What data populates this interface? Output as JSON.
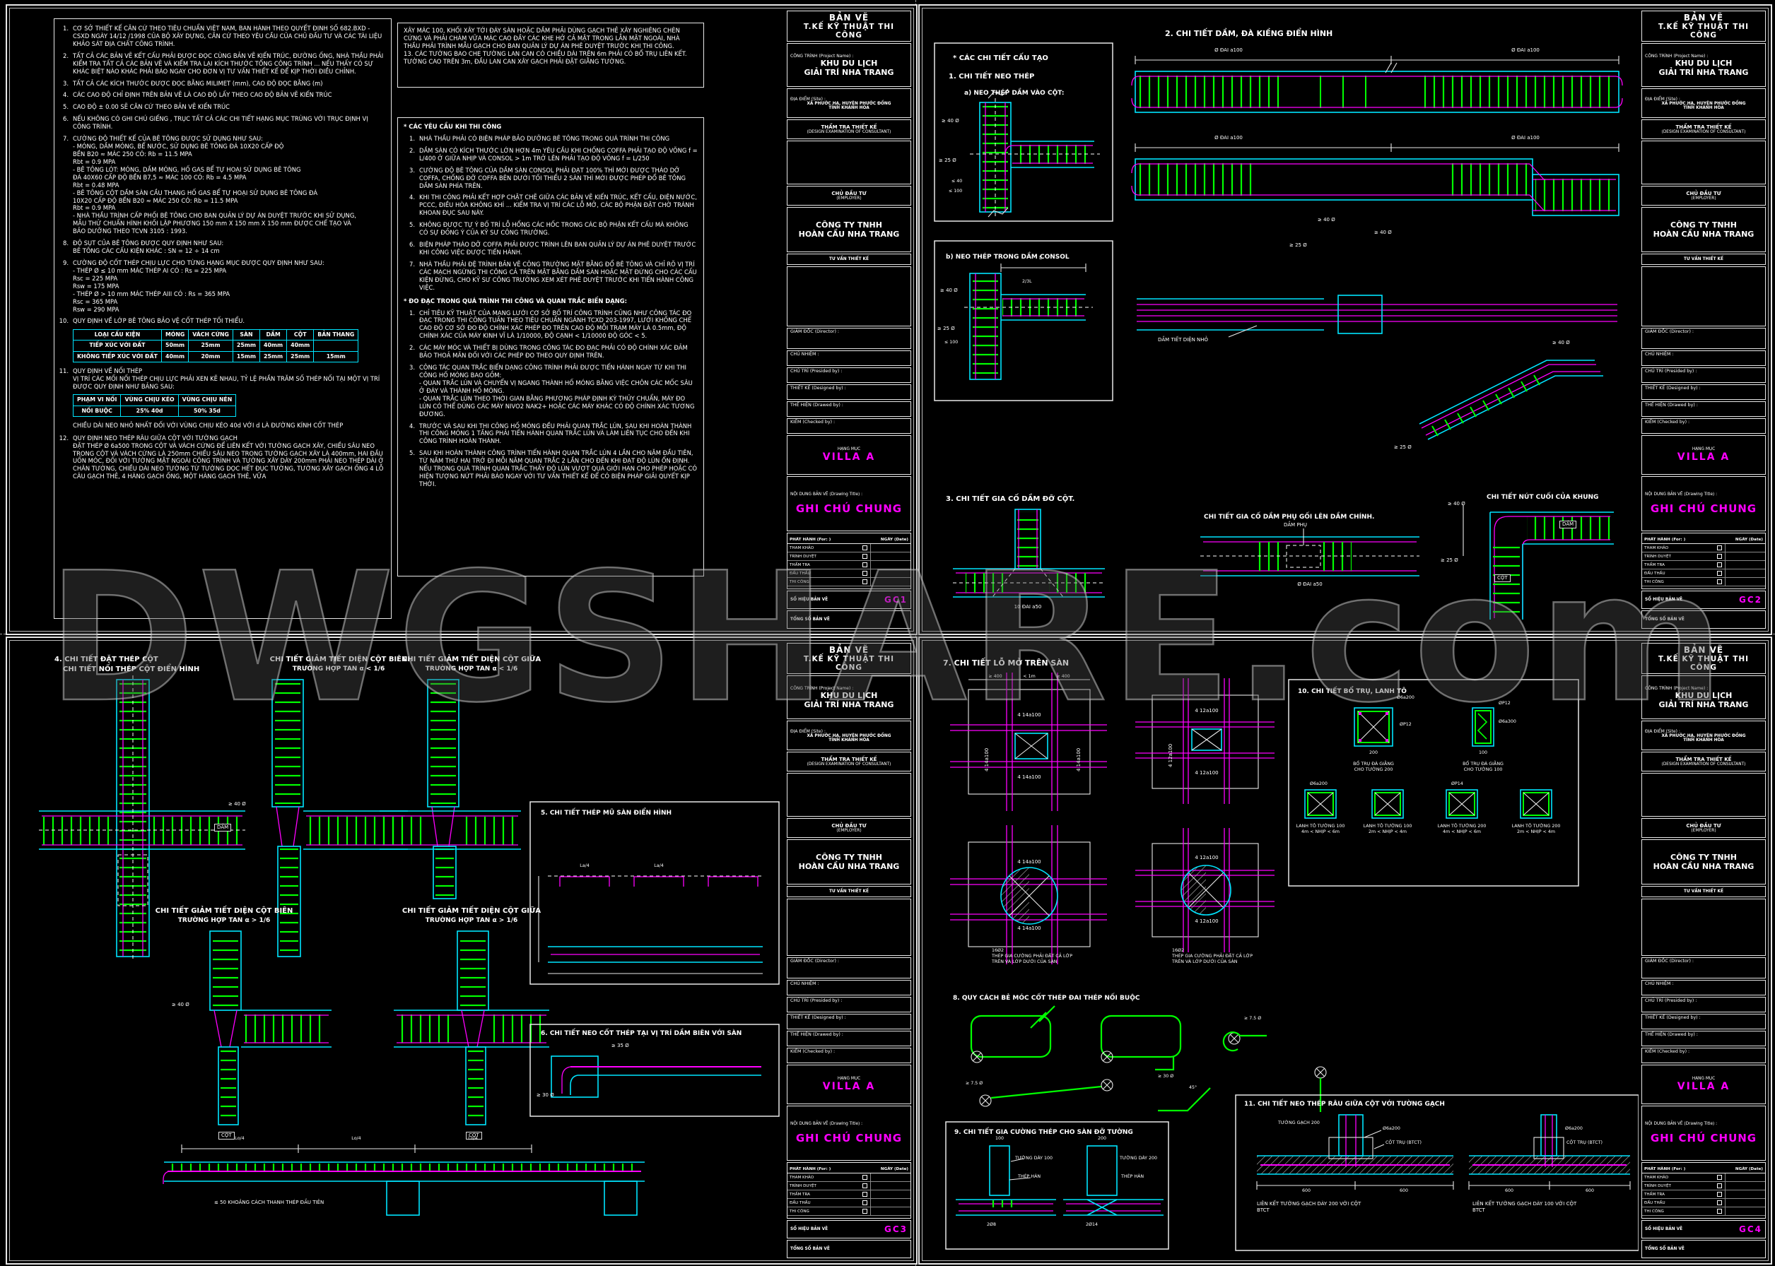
{
  "watermark": "DWGSHARE.com",
  "titleblock": {
    "header1": "BẢN VẼ",
    "header2": "T.KẾ KỸ THUẬT THI CÔNG",
    "project_label": "CÔNG TRÌNH (Project Name) :",
    "project1": "KHU DU LỊCH",
    "project2": "GIẢI TRÍ NHA TRANG",
    "site_label": "ĐỊA ĐIỂM (Site) :",
    "site1": "XÃ PHƯỚC HẠ, HUYỆN PHƯỚC ĐỒNG",
    "site2": "TỈNH KHÁNH HÒA",
    "exam1": "THẨM TRA THIẾT KẾ",
    "exam2": "(DESIGN EXAMINATION OF CONSULTANT)",
    "employer_label1": "CHỦ ĐẦU TƯ",
    "employer_label2": "(EMPLOYER)",
    "employer1": "CÔNG TY TNHH",
    "employer2": "HOÀN CẦU NHA TRANG",
    "consultant_label": "TƯ VẤN THIẾT KẾ",
    "director": "GIÁM ĐỐC (Director) :",
    "manager": "CHỦ NHIỆM :",
    "presided": "CHỦ TRÌ (Presided by) :",
    "designed": "THIẾT KẾ (Designed by) :",
    "drawed": "THỂ HIỆN (Drawed by) :",
    "checked": "KIỂM (Checked by) :",
    "category_label": "HẠNG MỤC",
    "category": "VILLA A",
    "drawing_title_label": "NỘI DUNG BẢN VẼ (Drawing Title) :",
    "drawing_title": "GHI CHÚ CHUNG",
    "issue_label": "PHÁT HÀNH (For: )",
    "date_label": "NGÀY (Date)",
    "issues": [
      "THAM KHẢO",
      "TRÌNH DUYỆT",
      "THẨM TRA",
      "ĐẤU THẦU",
      "THI CÔNG"
    ],
    "sheet_no_label": "SỐ HIỆU BẢN VẼ",
    "total_label": "TỔNG SỐ BẢN VẼ"
  },
  "sheets": [
    {
      "number": "GC1"
    },
    {
      "number": "GC2"
    },
    {
      "number": "GC3"
    },
    {
      "number": "GC4"
    }
  ],
  "sheet1": {
    "notes_a": [
      {
        "n": "1.",
        "text": "CƠ SỞ THIẾT KẾ CĂN CỨ THEO TIÊU CHUẨN VIỆT NAM,  BAN HÀNH THEO QUYẾT ĐỊNH SỐ 682.BXD - CSXD NGÀY 14/12 /1998 CỦA BỘ XÂY DỰNG, CĂN CỨ THEO YÊU CẦU CỦA CHỦ ĐẦU TƯ VÀ CÁC TÀI LIỆU KHẢO SÁT ĐỊA CHẤT CÔNG TRÌNH."
      },
      {
        "n": "2.",
        "text": "TẤT CẢ CÁC BẢN VẼ KẾT CẤU PHẢI ĐƯỢC ĐỌC CÙNG BẢN VẼ KIẾN TRÚC, ĐƯỜNG ỐNG, NHÀ THẦU PHẢI KIỂM TRA TẤT CẢ CÁC BẢN VẼ VÀ KIỂM TRA LẠI KÍCH THƯỚC TỔNG CÔNG TRÌNH ... NẾU THẤY CÓ SỰ KHÁC BIỆT NÀO KHÁC PHẢI BÁO NGAY CHO ĐƠN VỊ TƯ VẤN THIẾT KẾ ĐỂ KỊP THỜI ĐIỀU CHỈNH."
      },
      {
        "n": "3.",
        "text": "TẤT CẢ CÁC KÍCH THƯỚC ĐƯỢC ĐỌC BẰNG MILIMET (mm), CAO ĐỘ ĐỌC BẰNG (m)"
      },
      {
        "n": "4.",
        "text": "CÁC CAO ĐỘ CHỈ ĐỊNH TRÊN BẢN VẼ LÀ CAO ĐỘ LẤY THEO CAO ĐỘ BẢN VẼ KIẾN TRÚC"
      },
      {
        "n": "5.",
        "text": "CAO ĐỘ  ± 0.00 SẼ CĂN CỨ THEO BẢN VẼ KIẾN TRÚC"
      },
      {
        "n": "6.",
        "text": "NẾU KHÔNG CÓ GHI CHÚ GIẾNG , TRỤC TẤT CẢ CÁC CHI TIẾT HẠNG MỤC TRÙNG VỚI TRỤC ĐỊNH VỊ CÔNG TRÌNH."
      },
      {
        "n": "7.",
        "text": "CƯỜNG ĐỘ THIẾT KẾ CỦA BÊ TÔNG ĐƯỢC SỬ DỤNG NHƯ SAU:\n- MÓNG, DẦM MÓNG, BỂ NƯỚC, SỬ DỤNG BÊ TÔNG ĐÁ 10X20 CẤP ĐỘ\n  BỀN B20 ≈ MÁC 250 CÓ: Rb = 11.5 MPA\n                                          Rbt = 0.9 MPA\n- BÊ TÔNG LÓT: MÓNG, DẦM MÓNG, HỐ GAS BỂ TỰ HOẠI SỬ DỤNG BÊ TÔNG\n  ĐÁ 40X60 CẤP ĐỘ BỀN B7,5    ≈   MÁC 100 CÓ: Rb = 4.5 MPA\n                                          Rbt = 0.48 MPA\n- BÊ TÔNG CỘT DẦM SÀN CẦU THANG HỐ GAS BỂ TỰ HOẠI SỬ DỤNG BÊ TÔNG ĐÁ\n  10X20 CẤP ĐỘ BỀN B20 ≈ MÁC 250 CÓ: Rb = 11.5 MPA\n                                          Rbt = 0.9 MPA\n- NHÀ THẦU TRÌNH CẤP PHỐI BÊ TÔNG CHO BAN QUẢN LÝ DỰ ÁN DUYỆT TRƯỚC KHI SỬ DỤNG,\n  MẪU THỬ CHUẨN HÌNH KHỐI LẬP PHƯƠNG 150 mm X 150 mm X 150 mm ĐƯỢC CHẾ TẠO VÀ\n  BẢO DƯỠNG THEO TCVN 3105 : 1993."
      },
      {
        "n": "8.",
        "text": "ĐỘ SỤT CỦA BÊ TÔNG ĐƯỢC  QUY ĐỊNH NHƯ SAU:\nBÊ TÔNG CÁC CẤU KIỆN KHÁC   : SN = 12 ÷ 14 cm"
      },
      {
        "n": "9.",
        "text": "CƯỜNG ĐỘ CỐT THÉP CHỊU LỰC CHO TỪNG HẠNG MỤC ĐƯỢC QUY ĐỊNH NHƯ SAU:\n- THÉP Ø ≤ 10 mm MÁC THÉP AI CÓ :   Rs   = 225 MPA\n                                                        Rsc = 225 MPA\n                                                        Rsw = 175 MPA\n- THÉP Ø > 10 mm MÁC THÉP AIII CÓ : Rs   = 365 MPA\n                                                        Rsc = 365 MPA\n                                                        Rsw = 290 MPA"
      },
      {
        "n": "10.",
        "text": "QUY ĐỊNH VỀ LỚP BÊ TÔNG BẢO VỆ CỐT THÉP TỐI THIỂU."
      }
    ],
    "cover_table": {
      "headers": [
        "LOẠI CẤU KIỆN",
        "MÓNG",
        "VÁCH CỨNG",
        "SÀN",
        "DẦM",
        "CỘT",
        "BẢN THANG"
      ],
      "rows": [
        [
          "TIẾP XÚC VỚI ĐẤT",
          "50mm",
          "25mm",
          "25mm",
          "40mm",
          "40mm",
          ""
        ],
        [
          "KHÔNG TIẾP XÚC VỚI ĐẤT",
          "40mm",
          "20mm",
          "15mm",
          "25mm",
          "25mm",
          "15mm"
        ]
      ]
    },
    "note11": {
      "n": "11.",
      "text": "QUY ĐỊNH VỀ NỐI THÉP\nVỊ TRÍ CÁC MỐI NỐI THÉP CHỊU LỰC PHẢI XEN KẼ NHAU,  TỶ LỆ PHẦN TRĂM SỐ THÉP NỐI TẠI MỘT VỊ TRÍ ĐƯỢC QUY ĐỊNH NHƯ BẢNG SAU:"
    },
    "splice_table": {
      "headers": [
        "PHẠM VI NỐI",
        "VÙNG CHỊU KÉO",
        "VÙNG CHỊU NÉN"
      ],
      "rows": [
        [
          "NỐI BUỘC",
          "25% 40d",
          "50% 35d"
        ]
      ]
    },
    "splice_note": "CHIỀU DÀI NEO  NHỎ NHẤT ĐỐI VỚI VÙNG CHỊU KÉO 40d VỚI d LÀ ĐƯỜNG KÍNH CỐT THÉP",
    "note12": {
      "n": "12.",
      "text": "QUY ĐỊNH NEO THÉP RÂU GIỮA CỘT VỚI TƯỜNG GẠCH\nĐẶT THÉP Ø 6a500 TRONG CỘT VÀ VÁCH CỨNG ĐỂ LIÊN KẾT VỚI TƯỜNG GẠCH XÂY, CHIỀU SÂU NEO TRONG CỘT VÀ VÁCH CỨNG LÀ 250mm CHIỀU SÂU NEO TRONG TƯỜNG GẠCH XÂY LÀ 400mm, HAI ĐẦU UỐN MÓC, ĐỐI VỚI TƯỜNG MẶT NGOÀI CÔNG TRÌNH VÀ TƯỜNG XÂY DÀY 200mm PHẢI NEO THÉP DÀI Ở CHÂN TƯỜNG, CHIỀU DÀI NEO TƯỜNG TỪ TƯỜNG DỌC HẾT ĐỤC TƯỜNG, TƯỜNG XÂY GẠCH ỐNG 4 LỖ  CÂU GẠCH THẺ, 4 HÀNG GẠCH ỐNG, MỘT HÀNG GẠCH THẺ, VỮA"
    },
    "note13": "XÂY MÁC 100, KHỐI XÂY TỚI ĐÁY SÀN HOẶC DẦM PHẢI DÙNG GẠCH THẺ XÂY NGHIÊNG CHÈN CỨNG VÀ PHẢI CHÀM VỮA MÁC CAO ĐẦY CÁC KHE HỞ CẢ MẶT TRONG LẪN MẶT NGOÀI, NHÀ THẦU PHẢI TRÌNH MẪU GẠCH CHO BAN QUẢN LÝ DỰ ÁN PHÊ DUYỆT TRƯỚC KHI THI CÔNG.\n13.  CÁC TƯỜNG BAO CHE TƯỜNG LAN CAN CÓ CHIỀU DÀI TRÊN 6m PHẢI CÓ BỔ TRỤ LIÊN KẾT. TƯỜNG CAO TRÊN 3m, ĐẦU LAN CAN XÂY GẠCH PHẢI ĐẶT GIẰNG TƯỜNG.",
    "req_title": "*     CÁC YÊU CẦU KHI THI CÔNG",
    "req": [
      {
        "n": "1.",
        "text": "NHÀ THẦU PHẢI CÓ BIỆN  PHÁP BẢO DƯỠNG BÊ  TÔNG TRONG QUÁ TRÌNH  THI CÔNG"
      },
      {
        "n": "2.",
        "text": "DẦM SÀN CÓ KÍCH  THƯỚC LỚN HƠN  4m  YÊU CẦU KHI CHỐNG COFFA PHẢI TẠO ĐỘ VÕNG f = L/400 Ở GIỮA NHỊP VÀ CONSOL > 1m TRỞ LÊN  PHẢI TẠO ĐỘ VÕNG f = L/250"
      },
      {
        "n": "3.",
        "text": "CƯỜNG ĐỘ BÊ TÔNG CỦA DẦM SÀN CONSOL PHẢI ĐẠT 100%  THÌ MỚI ĐƯỢC THÁO DỠ COFFA, CHỐNG ĐỠ COFFA BÊN DƯỚI TỐI THIỂU 2 SÀN  THÌ MỚI ĐƯỢC PHÉP ĐỔ BÊ TÔNG DẦM SÀN PHÍA TRÊN."
      },
      {
        "n": "4.",
        "text": "KHI THI CÔNG PHẢI KẾT HỢP CHẶT CHẼ GIỮA CÁC BẢN VẼ KIẾN TRÚC, KẾT CẤU, ĐIỆN NƯỚC, PCCC, ĐIỀU HÒA KHÔNG KHÍ ... KIỂM TRA VỊ TRÍ CÁC LỖ MỞ, CÁC BỘ PHẬN ĐẶT CHỜ  TRÁNH KHOAN ĐỤC SAU NÀY."
      },
      {
        "n": "5.",
        "text": "KHÔNG ĐƯỢC TỰ Ý BỐ TRÍ LỖ HỔNG CÁC HỐC TRONG CÁC BỘ PHẬN KẾT CẤU MÀ KHÔNG CÓ SỰ ĐỒNG Ý CỦA KỸ SƯ CÔNG TRƯỜNG."
      },
      {
        "n": "6.",
        "text": "BIỆN PHÁP THÁO DỠ COFFA PHẢI ĐƯỢC TRÌNH LÊN BAN QUẢN LÝ DỰ ÁN PHÊ DUYỆT TRƯỚC KHI CÔNG VIỆC ĐƯỢC TIẾN HÀNH."
      },
      {
        "n": "7.",
        "text": "NHÀ THẦU PHẢI ĐỆ TRÌNH BẢN VẼ CÔNG TRƯỜNG MẶT BẰNG ĐỔ BÊ TÔNG VÀ CHỈ RÕ VỊ TRÍ CÁC MẠCH NGỪNG THI CÔNG CẢ TRÊN MẶT BẰNG DẦM SÀN HOẶC MẶT ĐỨNG CHO CÁC CẤU KIỆN ĐỨNG, CHO KỸ SƯ CÔNG TRƯỜNG  XEM XÉT PHÊ DUYỆT TRƯỚC KHI TIẾN HÀNH CÔNG VIỆC."
      }
    ],
    "survey_title": "*     ĐO ĐẠC TRONG QUÁ TRÌNH THI CÔNG VÀ QUAN TRẮC BIẾN DẠNG:",
    "survey": [
      {
        "n": "1.",
        "text": "CHỈ TIÊU KỸ THUẬT CỦA MẠNG LƯỚI CƠ SỞ BỐ TRÍ CÔNG TRÌNH CŨNG NHƯ CÔNG TÁC ĐO ĐẠC TRONG THI CÔNG TUÂN THEO TIÊU CHUẨN NGÀNH TCXD 203-1997, LƯỚI KHỐNG CHẾ CAO ĐỘ CƠ SỞ ĐO ĐỘ CHÍNH XÁC PHÉP ĐO TRÊN CAO ĐỘ MỖI TRẠM MÁY LÀ 0.5mm, ĐỘ CHÍNH XÁC CỦA MÁY KINH VĨ LÀ 1/10000, ĐỘ CẠNH < 1/10000  ĐỘ GÓC < 5."
      },
      {
        "n": "2.",
        "text": "CÁC MÁY MÓC VÀ THIẾT BỊ DÙNG TRONG CÔNG TÁC ĐO ĐẠC PHẢI CÓ ĐỘ CHÍNH XÁC ĐẢM BẢO THOẢ MÃN ĐỐI VỚI CÁC PHÉP ĐO THEO QUY ĐỊNH TRÊN."
      },
      {
        "n": "3.",
        "text": "CÔNG TÁC QUAN TRẮC BIẾN DẠNG CÔNG TRÌNH PHẢI ĐƯỢC TIẾN HÀNH NGAY TỪ KHI THI CÔNG HỐ MÓNG BAO GỒM:\n- QUAN TRẮC LÚN VÀ CHUYỂN VỊ NGANG THÀNH HỐ MÓNG BẰNG VIỆC CHÔN CÁC MỐC SÂU Ở ĐÁY VÀ THÀNH HỐ MÓNG.\n- QUAN TRẮC LÚN THEO THỜI GIAN BẰNG PHƯƠNG PHÁP ĐỊNH KỲ THỦY CHUẨN, MÁY ĐO LÚN CÓ THỂ DÙNG CÁC MÁY NIVO2 NAK2+ HOẶC CÁC MÁY KHÁC CÓ ĐỘ CHÍNH XÁC TƯƠNG ĐƯƠNG."
      },
      {
        "n": "4.",
        "text": "TRƯỚC VÀ SAU KHI THI CÔNG HỐ MÓNG ĐỀU PHẢI QUAN TRẮC LÚN, SAU KHI HOÀN THÀNH THI CÔNG MÓNG 1 TẦNG PHẢI TIẾN HÀNH QUAN TRẮC LÚN VÀ LÀM LIÊN TỤC CHO ĐẾN KHI CÔNG TRÌNH HOÀN THÀNH."
      },
      {
        "n": "5.",
        "text": "SAU KHI HOÀN THÀNH CÔNG TRÌNH TIẾN HÀNH QUAN TRẮC LÚN 4 LẦN CHO NĂM ĐẦU TIÊN, TỪ NĂM THỨ HAI TRỞ ĐI MỖI NĂM QUAN TRẮC 2 LẦN CHO ĐẾN KHI ĐẠT ĐỘ LÚN ỔN ĐỊNH.\nNẾU TRONG QUÁ TRÌNH QUAN TRẮC THẤY ĐỘ LÚN VƯỢT QUÁ GIỚI HẠN CHO PHÉP HOẶC CÓ HIỆN TƯỢNG NỨT PHẢI BÁO NGAY VỚI TƯ VẤN THIẾT KẾ ĐỂ CÓ BIỆN  PHÁP GIẢI QUYẾT KỊP THỜI."
      }
    ]
  },
  "sheet2": {
    "box_a_title": "*   CÁC CHI TIẾT CẤU TẠO",
    "s1": "1.   CHI TIẾT NEO THÉP",
    "s1a": "a) NEO THÉP DẦM VÀO CỘT:",
    "s1b": "b) NEO THÉP TRONG DẦM CONSOL",
    "s2": "2.   CHI TIẾT DẦM, ĐÀ KIỀNG ĐIỂN  HÌNH",
    "s3": "3.    CHI TIẾT GIA CỐ DẦM ĐỠ CỘT.",
    "s3b": "CHI TIẾT GIA CỐ DẦM PHỤ GỐI LÊN DẦM CHÍNH.",
    "s3c": "CHI TIẾT NÚT CUỐI CỦA KHUNG",
    "lbl": {
      "dai100": "Ø ĐAI a100",
      "ge40": "≥ 40 Ø",
      "ge25": "≥ 25 Ø",
      "le40": "≤ 40",
      "le100": "≤ 100",
      "dam": "DẦM",
      "cot": "CỘT",
      "dam_phu": "DẦM PHỤ",
      "dam_nho": "DẦM TIẾT DIỆN NHỎ",
      "dai50": "10 ĐAI a50",
      "dai50b": "Ø ĐAI a50",
      "L": "L",
      "L23": "2/3L"
    }
  },
  "sheet3": {
    "h4a": "4.    CHI TIẾT ĐẶT THÉP CỘT",
    "h4b": "CHI TIẾT NỐI THÉP CỘT ĐIỂN HÌNH",
    "hbien": "CHI TIẾT GIẢM TIẾT DIỆN CỘT BIÊN",
    "hgiua": "CHI TIẾT GIẢM TIẾT DIỆN  CỘT GIỮA",
    "clt": "TRƯỜNG HỢP TAN α < 1/6",
    "cgt": "TRƯỜNG HỢP TAN α > 1/6",
    "s5": "5.    CHI TIẾT THÉP MŨ SÀN ĐIỂN HÌNH",
    "s6": "6.    CHI TIẾT NEO CỐT THÉP TẠI VỊ TRÍ DẦM BIÊN VỚI SÀN",
    "lbl": {
      "cot": "CỘT",
      "dam": "DẦM",
      "ge40": "≥ 40 Ø",
      "ge35": "≥ 35 Ø",
      "ge30": "≥ 30 Ø",
      "la4": "La/4",
      "lo4": "Lo/4",
      "first": "≤ 50   KHOẢNG CÁCH THANH THÉP ĐẦU TIÊN"
    }
  },
  "sheet4": {
    "s7": "7.    CHI TIẾT LỖ MỞ TRÊN SÀN",
    "s8": "8.  QUY CÁCH BẺ  MÓC CỐT THÉP ĐAI THÉP NỐI BUỘC",
    "s9": "9.  CHI TIẾT GIA CƯỜNG THÉP CHO SÀN ĐỠ TƯỜNG",
    "s10": "10.  CHI TIẾT BỔ TRỤ, LANH TÔ",
    "s11": "11.  CHI TIẾT NEO THÉP RÂU GIỮA CỘT VỚI TƯỜNG GẠCH",
    "lbl": {
      "r14": "4 14a100",
      "r12": "4 12a100",
      "ge400": "≥ 400",
      "lt1m": "< 1m",
      "note16": "16Ø2\nTHÉP GIA CƯỜNG PHẢI ĐẶT CẢ LỚP\nTRÊN VÀ LỚP DƯỚI CỦA SÀN",
      "bo200": "BỔ TRỤ ĐÀ GIẰNG\nCHO TƯỜNG 200",
      "bo100": "BỔ TRỤ ĐÀ GIẰNG\nCHO TƯỜNG 100",
      "l100a": "LANH TÔ TƯỜNG 100\n4m < NHỊP < 6m",
      "l100b": "LANH TÔ TƯỜNG 100\n2m < NHỊP < 4m",
      "l200a": "LANH TÔ TƯỜNG 200\n4m < NHỊP < 6m",
      "l200b": "LANH TÔ TƯỜNG 200\n2m < NHỊP < 4m",
      "link200": "LIÊN KẾT TƯỜNG GẠCH DÀY 200 VỚI CỘT\nBTCT",
      "link100": "LIÊN KẾT TƯỜNG GẠCH DÀY 100 VỚI CỘT\nBTCT",
      "tuong100": "TƯỜNG DÀY 100",
      "tuong200": "TƯỜNG DÀY 200",
      "thephan": "THÉP HÀN",
      "b2o8": "2Ø8",
      "b2o14": "2Ø14",
      "o6a200": "Ø6a200",
      "o6a300": "Ø6a300",
      "op12": "ØP12",
      "op14": "ØP14",
      "cottru": "CỘT TRỤ (BTCT)",
      "tuonggach": "TƯỜNG GẠCH 200",
      "d200": "200",
      "d100": "100",
      "d600": "600",
      "ge30": "≥ 30 Ø",
      "ge75": "≥ 7.5 Ø",
      "deg45": "45°"
    }
  }
}
